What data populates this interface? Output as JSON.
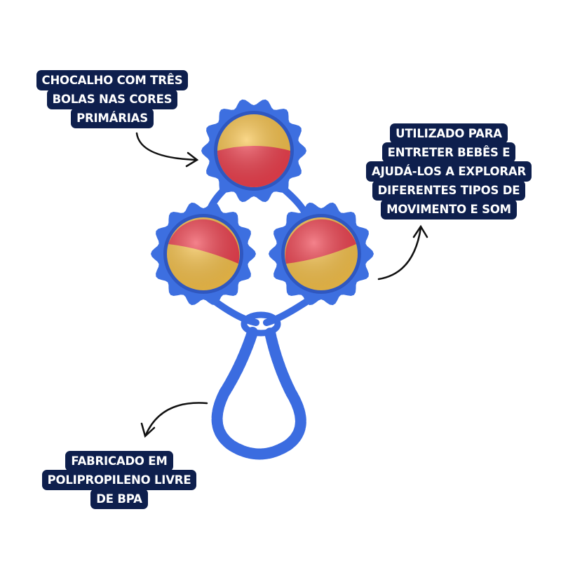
{
  "callouts": {
    "balls": {
      "lines": [
        "CHOCALHO COM TRÊS",
        "BOLAS NAS CORES",
        "PRIMÁRIAS"
      ]
    },
    "purpose": {
      "lines": [
        "UTILIZADO PARA",
        "ENTRETER BEBÊS E",
        "AJUDÁ-LOS A EXPLORAR",
        "DIFERENTES TIPOS DE",
        "MOVIMENTO E SOM"
      ]
    },
    "material": {
      "lines": [
        "FABRICADO EM",
        "POLIPROPILENO LIVRE",
        "DE BPA"
      ]
    }
  },
  "colors": {
    "label_bg": "#0e1f4d",
    "toy_blue": "#3d6fe0",
    "ball_red": "#ee3f4d",
    "ball_yellow": "#f7c24a"
  }
}
